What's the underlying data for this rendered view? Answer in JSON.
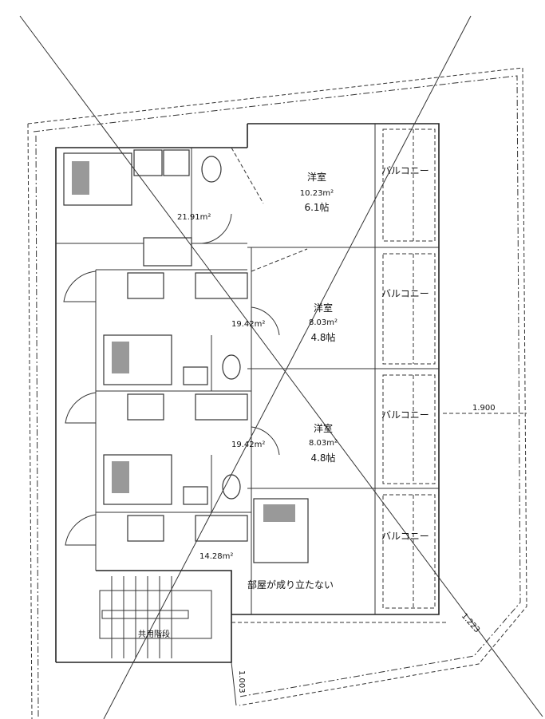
{
  "rooms": [
    {
      "name": "洋室",
      "area": "10.23m²",
      "tatami": "6.1帖"
    },
    {
      "name": "洋室",
      "area": "8.03m²",
      "tatami": "4.8帖"
    },
    {
      "name": "洋室",
      "area": "8.03m²",
      "tatami": "4.8帖"
    }
  ],
  "unit_areas": [
    "21.91m²",
    "19.42m²",
    "19.42m²",
    "14.28m²"
  ],
  "balconies": [
    "バルコニー",
    "バルコニー",
    "バルコニー",
    "バルコニー"
  ],
  "note": "部屋が成り立たない",
  "stair_label": "共用階段",
  "dimensions": {
    "right_setback": "1.900",
    "corner_setback": "1.223",
    "bottom_setback": "1.003"
  }
}
